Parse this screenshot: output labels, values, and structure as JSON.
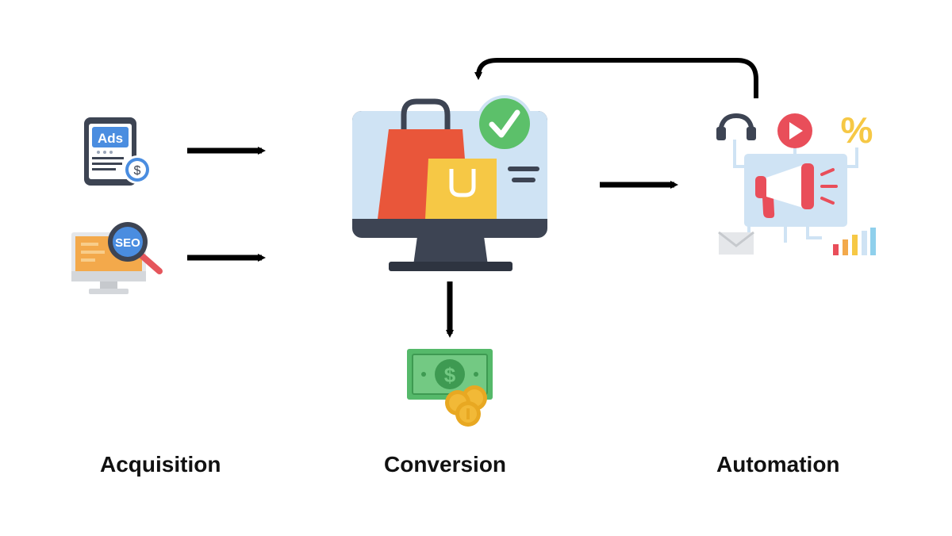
{
  "stages": {
    "acquisition": {
      "label": "Acquisition"
    },
    "conversion": {
      "label": "Conversion"
    },
    "automation": {
      "label": "Automation"
    }
  },
  "icons": {
    "ads_phone": {
      "name": "ads-phone-icon",
      "text": "Ads",
      "coin_symbol": "$"
    },
    "seo_monitor": {
      "name": "seo-monitor-icon",
      "text": "SEO"
    },
    "shopping_monitor": {
      "name": "shopping-monitor-icon"
    },
    "cash": {
      "name": "cash-money-icon",
      "symbol": "$"
    },
    "marketing_automation": {
      "name": "marketing-automation-icon",
      "percent": "%"
    }
  },
  "colors": {
    "arrow": "#000000",
    "ads_blue": "#4a8de0",
    "seo_orange": "#f3a94b",
    "screen_blue": "#cfe3f4",
    "bag_red": "#e9563a",
    "bag_yellow": "#f6c845",
    "check_green": "#5cc06a",
    "cash_green": "#55b96a",
    "coin_gold": "#f2b937",
    "megaphone_red": "#e94e5a"
  }
}
